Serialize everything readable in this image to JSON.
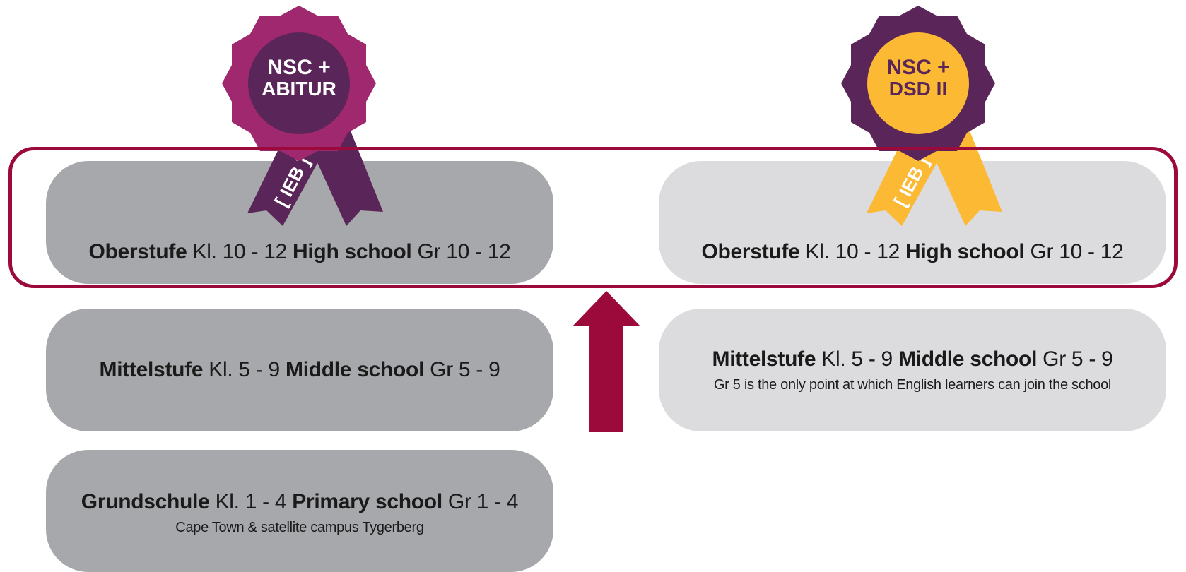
{
  "badges": {
    "left": {
      "line1": "NSC +",
      "line2": "ABITUR",
      "ribbon_text": "[ IEB ]",
      "outer_color": "#a0286e",
      "inner_color": "#5a2558",
      "ribbon_color": "#5a2558",
      "text_color": "#ffffff"
    },
    "right": {
      "line1": "NSC +",
      "line2": "DSD II",
      "ribbon_text": "[ IEB ]",
      "outer_color": "#5a2558",
      "inner_color": "#fbb934",
      "ribbon_color": "#fbb934",
      "text_color": "#5a2558"
    }
  },
  "left_column": {
    "high": {
      "de_name": "Oberstufe",
      "de_grades": "Kl. 10 - 12",
      "en_name": "High school",
      "en_grades": "Gr 10 - 12"
    },
    "middle": {
      "de_name": "Mittelstufe",
      "de_grades": "Kl. 5 - 9",
      "en_name": "Middle school",
      "en_grades": "Gr 5 - 9"
    },
    "primary": {
      "de_name": "Grundschule",
      "de_grades": "Kl. 1 - 4",
      "en_name": "Primary school",
      "en_grades": "Gr 1 - 4",
      "note": "Cape Town & satellite campus Tygerberg"
    }
  },
  "right_column": {
    "high": {
      "de_name": "Oberstufe",
      "de_grades": "Kl. 10 - 12",
      "en_name": "High school",
      "en_grades": "Gr 10 - 12"
    },
    "middle": {
      "de_name": "Mittelstufe",
      "de_grades": "Kl. 5 - 9",
      "en_name": "Middle school",
      "en_grades": "Gr 5 - 9",
      "note": "Gr 5 is the only point at which English learners can join the school"
    }
  },
  "colors": {
    "highlight": "#9b0a3a",
    "arrow": "#9b0a3a",
    "dark_box": "#a7a8ab",
    "light_box": "#dcdcde"
  }
}
